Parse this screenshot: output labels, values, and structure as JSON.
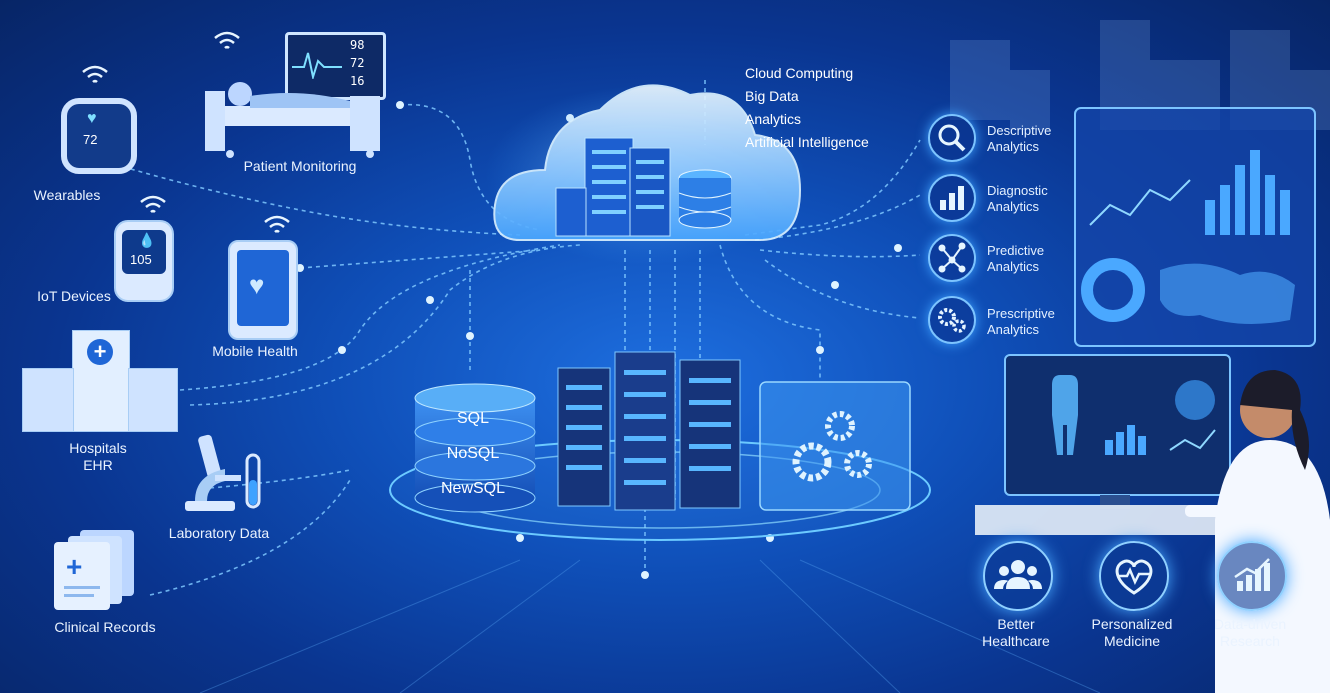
{
  "sources": {
    "patient_monitoring": {
      "label": "Patient Monitoring",
      "vitals": [
        "98",
        "72",
        "16"
      ]
    },
    "wearables": {
      "label": "Wearables",
      "reading": "72"
    },
    "iot_devices": {
      "label": "IoT Devices",
      "reading": "105"
    },
    "mobile_health": {
      "label": "Mobile Health"
    },
    "hospitals": {
      "label_line1": "Hospitals",
      "label_line2": "EHR"
    },
    "laboratory": {
      "label": "Laboratory Data"
    },
    "clinical": {
      "label": "Clinical Records"
    }
  },
  "cloud_keywords": [
    "Cloud Computing",
    "Big Data",
    "Analytics",
    "Artificial Intelligence"
  ],
  "databases": [
    "SQL",
    "NoSQL",
    "NewSQL"
  ],
  "analytics": [
    {
      "line1": "Descriptive",
      "line2": "Analytics",
      "icon": "magnifier-icon"
    },
    {
      "line1": "Diagnostic",
      "line2": "Analytics",
      "icon": "bar-chart-icon"
    },
    {
      "line1": "Predictive",
      "line2": "Analytics",
      "icon": "network-icon"
    },
    {
      "line1": "Prescriptive",
      "line2": "Analytics",
      "icon": "gears-icon"
    }
  ],
  "outcomes": [
    {
      "line1": "Better",
      "line2": "Healthcare",
      "icon": "people-icon"
    },
    {
      "line1": "Personalized",
      "line2": "Medicine",
      "icon": "heart-pulse-icon"
    },
    {
      "line1": "Data-driven",
      "line2": "Research",
      "icon": "growth-chart-icon"
    }
  ]
}
